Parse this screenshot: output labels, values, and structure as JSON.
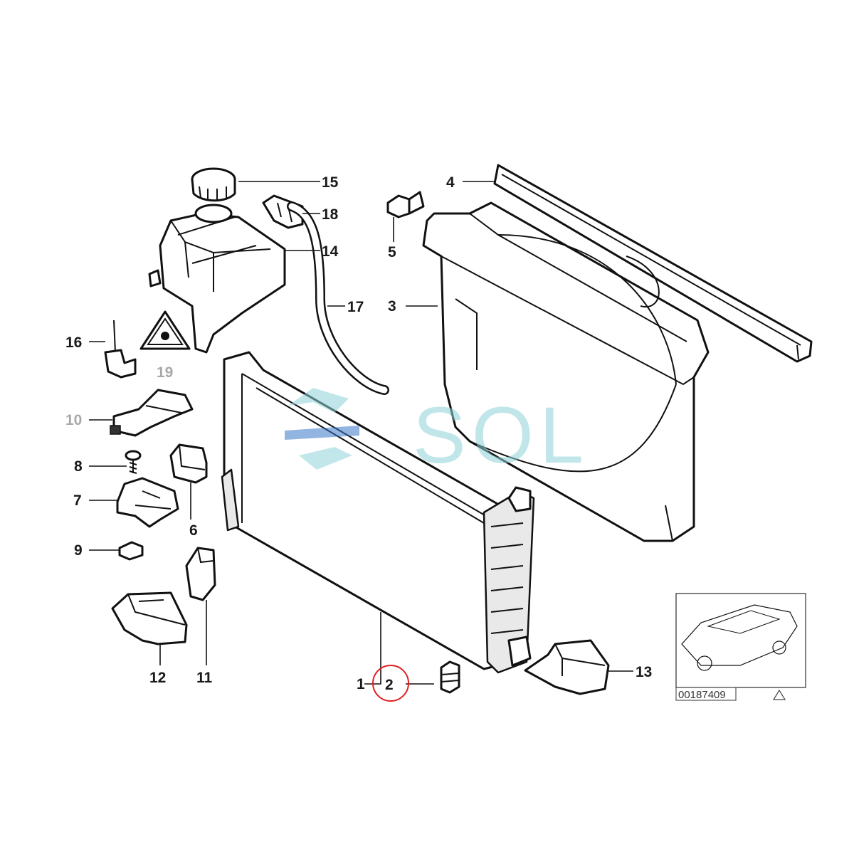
{
  "diagram": {
    "labels": [
      {
        "id": "l1",
        "text": "1"
      },
      {
        "id": "l2",
        "text": "2"
      },
      {
        "id": "l3",
        "text": "3"
      },
      {
        "id": "l4",
        "text": "4"
      },
      {
        "id": "l5",
        "text": "5"
      },
      {
        "id": "l6",
        "text": "6"
      },
      {
        "id": "l7",
        "text": "7"
      },
      {
        "id": "l8",
        "text": "8"
      },
      {
        "id": "l9",
        "text": "9"
      },
      {
        "id": "l10",
        "text": "10"
      },
      {
        "id": "l11",
        "text": "11"
      },
      {
        "id": "l12",
        "text": "12"
      },
      {
        "id": "l13",
        "text": "13"
      },
      {
        "id": "l14",
        "text": "14"
      },
      {
        "id": "l15",
        "text": "15"
      },
      {
        "id": "l16",
        "text": "16"
      },
      {
        "id": "l17",
        "text": "17"
      },
      {
        "id": "l18",
        "text": "18"
      },
      {
        "id": "l19",
        "text": "19"
      }
    ],
    "highlighted_part": "2",
    "highlight_color": "#e02020",
    "watermark": "SOL",
    "watermark_color": "#8fd3d8",
    "inset_reference": "00187409"
  }
}
